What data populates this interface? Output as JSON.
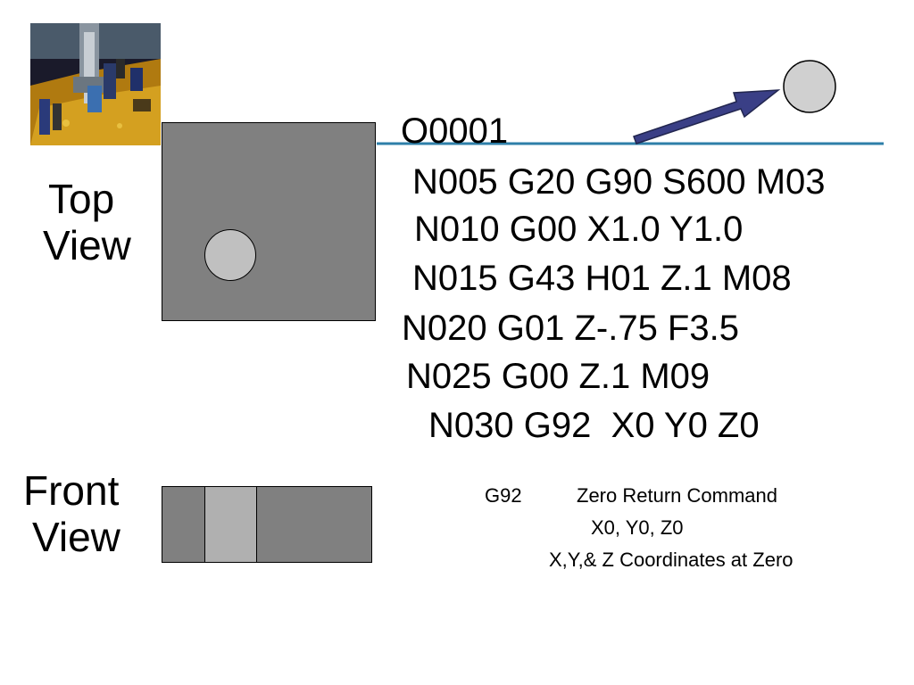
{
  "labels": {
    "top_view_line1": "Top",
    "top_view_line2": "View",
    "front_view_line1": "Front",
    "front_view_line2": "View"
  },
  "program": {
    "number": "O0001",
    "blocks": [
      "N005 G20 G90 S600 M03",
      "N010 G00 X1.0 Y1.0",
      "N015 G43 H01 Z.1 M08",
      "N020 G01 Z-.75 F3.5",
      "N025 G00 Z.1 M09",
      "N030 G92  X0 Y0 Z0"
    ]
  },
  "note": {
    "code": "G92",
    "description": "Zero Return Command",
    "coords": "X0, Y0, Z0",
    "coords_description": "X,Y,& Z Coordinates at Zero"
  },
  "colors": {
    "part": "#808080",
    "hole": "#c0c0c0",
    "baseline": "#2e7fa8",
    "arrow": "#3a3f86"
  },
  "icons": {
    "photo": "cnc-machine-photo",
    "arrow": "tool-path-arrow",
    "tool": "tool-circle"
  }
}
